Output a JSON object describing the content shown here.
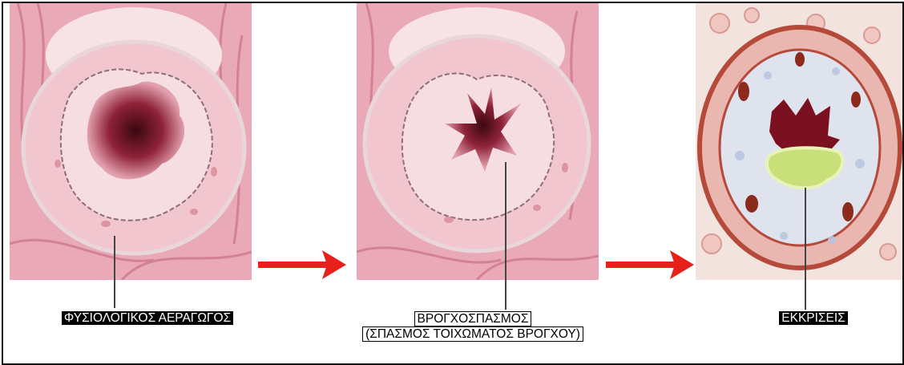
{
  "diagram": {
    "stages": [
      {
        "id": "normal",
        "label": "ΦΥΣΙΟΛΟΓΙΚΟΣ ΑΕΡΑΓΩΓΟΣ"
      },
      {
        "id": "bronchospasm",
        "label_line1": "ΒΡΟΓΧΟΣΠΑΣΜΟΣ",
        "label_line2": "(ΣΠΑΣΜΟΣ ΤΟΙΧΩΜΑΤΟΣ ΒΡΟΓΧΟΥ)"
      },
      {
        "id": "secretions",
        "label": "ΕΚΚΡΙΣΕΙΣ"
      }
    ],
    "colors": {
      "arrow": "#e8201c",
      "tissue_light": "#f2c9d0",
      "tissue_mid": "#e59aa8",
      "lumen_dark": "#5a0f1a",
      "mucus": "#c9e07a"
    },
    "icons": {
      "arrow": "right-arrow-icon"
    }
  }
}
